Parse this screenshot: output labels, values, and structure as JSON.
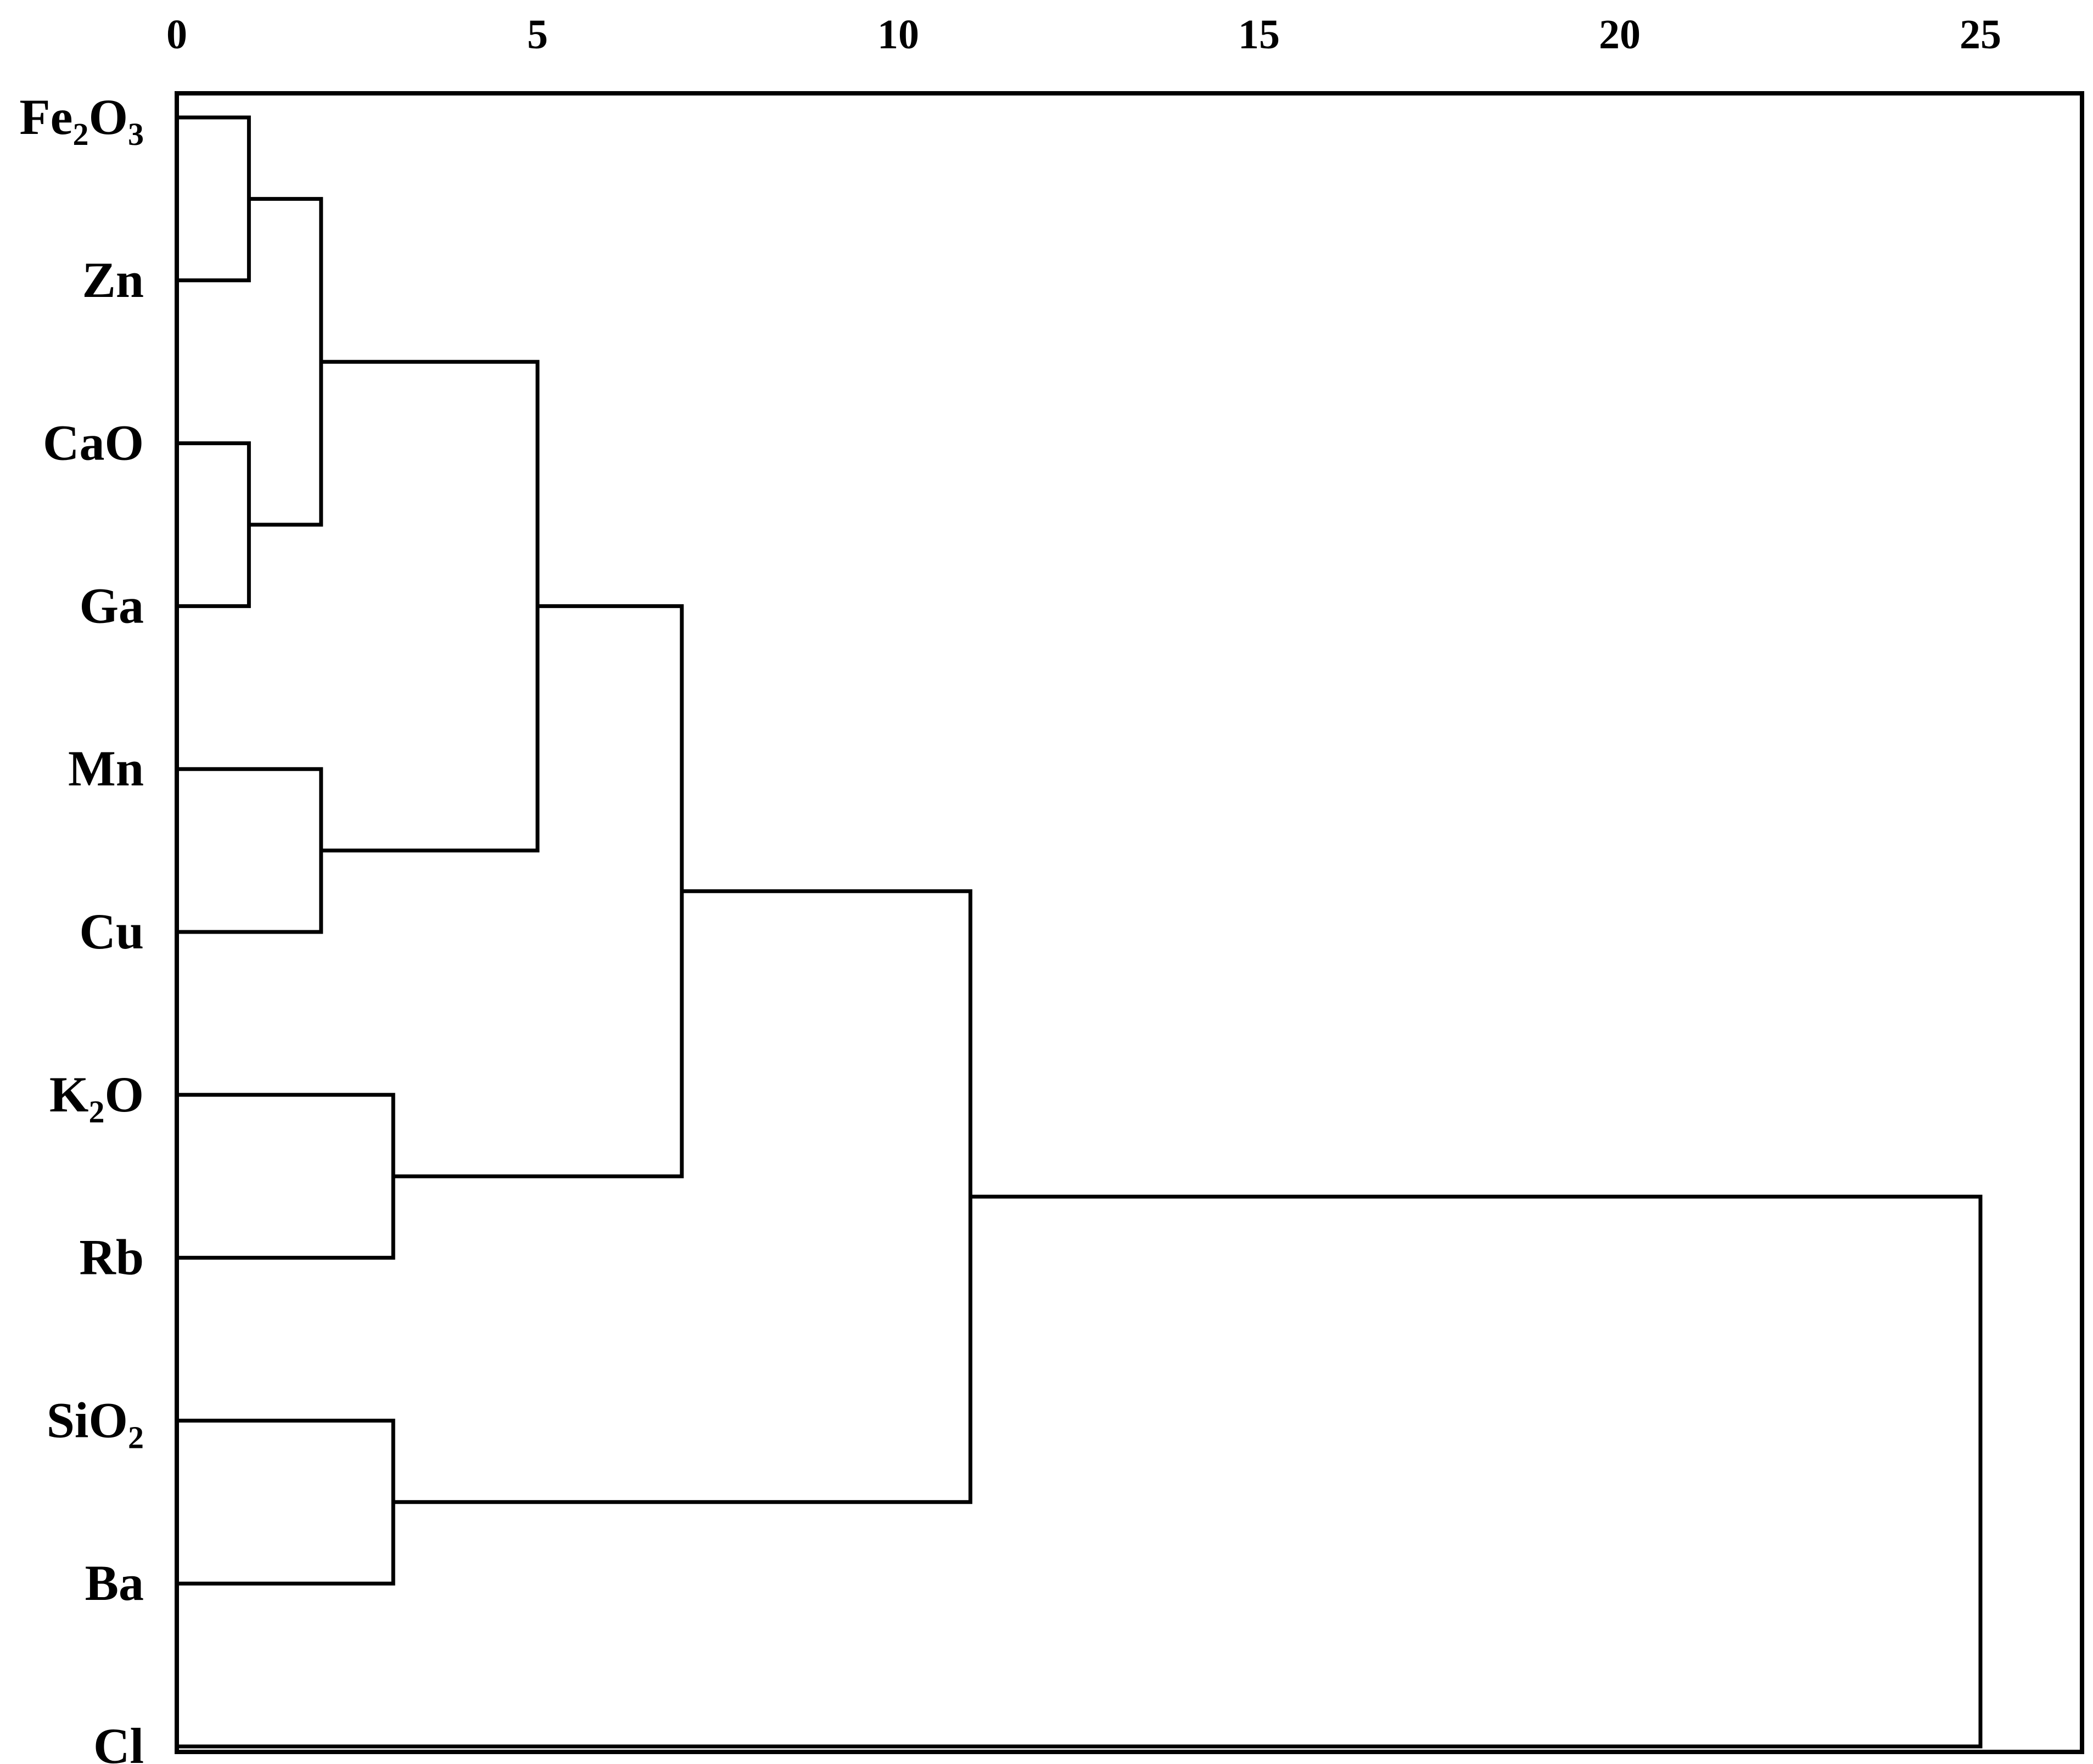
{
  "chart_data": {
    "type": "dendrogram",
    "x_ticks": [
      "0",
      "5",
      "10",
      "15",
      "20",
      "25"
    ],
    "x_tick_values": [
      0,
      5,
      10,
      15,
      20,
      25
    ],
    "xlim": [
      0,
      26.5
    ],
    "leaves": [
      {
        "name": "Fe2O3",
        "base": "Fe",
        "sub1": "2",
        "mid": "O",
        "sub2": "3"
      },
      {
        "name": "Zn",
        "base": "Zn"
      },
      {
        "name": "CaO",
        "base": "CaO"
      },
      {
        "name": "Ga",
        "base": "Ga"
      },
      {
        "name": "Mn",
        "base": "Mn"
      },
      {
        "name": "Cu",
        "base": "Cu"
      },
      {
        "name": "K2O",
        "base": "K",
        "sub1": "2",
        "mid": "O"
      },
      {
        "name": "Rb",
        "base": "Rb"
      },
      {
        "name": "SiO2",
        "base": "SiO",
        "sub1": "2"
      },
      {
        "name": "Ba",
        "base": "Ba"
      },
      {
        "name": "Cl",
        "base": "Cl"
      }
    ],
    "merges": [
      {
        "left": "Fe2O3",
        "right": "Zn",
        "distance": 1
      },
      {
        "left": "CaO",
        "right": "Ga",
        "distance": 1
      },
      {
        "left": "Fe2O3+Zn",
        "right": "CaO+Ga",
        "distance": 2
      },
      {
        "left": "Mn",
        "right": "Cu",
        "distance": 2
      },
      {
        "left": "Fe2O3+Zn+CaO+Ga",
        "right": "Mn+Cu",
        "distance": 5
      },
      {
        "left": "K2O",
        "right": "Rb",
        "distance": 3
      },
      {
        "left": "Fe2O3..Cu",
        "right": "K2O+Rb",
        "distance": 7
      },
      {
        "left": "SiO2",
        "right": "Ba",
        "distance": 3
      },
      {
        "left": "Fe2O3..Rb",
        "right": "SiO2+Ba",
        "distance": 11
      },
      {
        "left": "Fe2O3..Ba",
        "right": "Cl",
        "distance": 25
      }
    ],
    "grid": false,
    "legend": "none"
  }
}
